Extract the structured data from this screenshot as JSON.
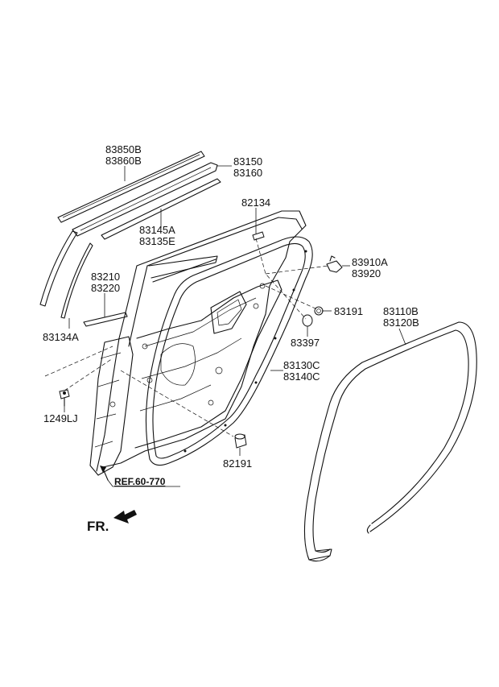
{
  "labels": {
    "p83850B": "83850B",
    "p83860B": "83860B",
    "p83150": "83150",
    "p83160": "83160",
    "p82134": "82134",
    "p83145A": "83145A",
    "p83135E": "83135E",
    "p83910A": "83910A",
    "p83920": "83920",
    "p83210": "83210",
    "p83220": "83220",
    "p83191": "83191",
    "p83397": "83397",
    "p83134A": "83134A",
    "p83110B": "83110B",
    "p83120B": "83120B",
    "p83130C": "83130C",
    "p83140C": "83140C",
    "p1249LJ": "1249LJ",
    "p82191": "82191",
    "ref": "REF.60-770",
    "fr": "FR."
  }
}
